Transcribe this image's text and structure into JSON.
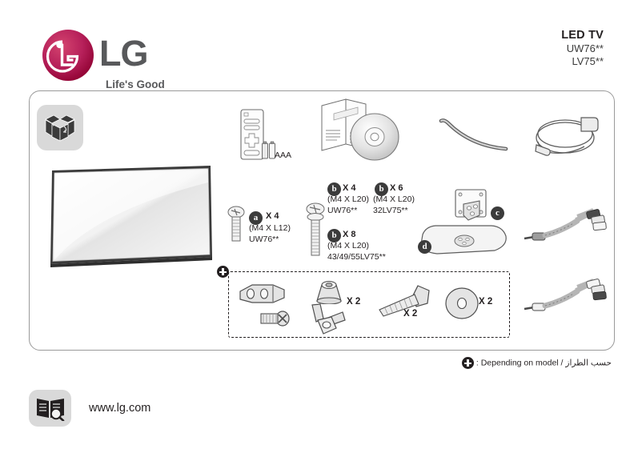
{
  "brand": {
    "name": "LG",
    "tagline": "Life's Good",
    "logo_color": "#a50034",
    "wordmark_color": "#58595b"
  },
  "header": {
    "product_title": "LED TV",
    "model_lines": [
      "UW76**",
      "LV75**"
    ]
  },
  "icons": {
    "package": "open-box-icon",
    "manual_web": "book-magnifier-icon",
    "optional_marker": "plus-circle-icon"
  },
  "accessories": {
    "remote": {
      "name": "remote-control",
      "battery_label": "AAA"
    },
    "manuals": {
      "name": "manuals-and-cd"
    },
    "cable_tie": {
      "name": "cable-tie"
    },
    "power_cord": {
      "name": "power-cord"
    },
    "av_cable_1": {
      "name": "av-adapter-cable"
    },
    "av_cable_2": {
      "name": "av-adapter-cable"
    },
    "tv": {
      "name": "led-tv-panel"
    }
  },
  "screws": [
    {
      "badge": "a",
      "qty": "X 4",
      "spec": "(M4 X L12)",
      "model": "UW76**"
    },
    {
      "badge": "b",
      "qty": "X 4",
      "spec": "(M4 X L20)",
      "model": "UW76**"
    },
    {
      "badge": "b",
      "qty": "X 6",
      "spec": "(M4 X L20)",
      "model": "32LV75**"
    },
    {
      "badge": "b",
      "qty": "X 8",
      "spec": "(M4 X L20)",
      "model": "43/49/55LV75**"
    }
  ],
  "stand_parts": [
    {
      "badge": "c",
      "name": "stand-bracket"
    },
    {
      "badge": "d",
      "name": "stand-base"
    }
  ],
  "optional_parts": {
    "marker": "plus-circle-icon",
    "items": [
      {
        "name": "wall-mount-bracket",
        "qty": ""
      },
      {
        "name": "mount-screw",
        "qty": ""
      },
      {
        "name": "cone-nut",
        "qty": "X 2"
      },
      {
        "name": "wing-nut",
        "qty": ""
      },
      {
        "name": "mount-bolt",
        "qty": "X 2"
      },
      {
        "name": "flat-washer",
        "qty": "X 2"
      }
    ]
  },
  "footer": {
    "depending_note": ": Depending on model / حسب الطراز",
    "website": "www.lg.com"
  }
}
